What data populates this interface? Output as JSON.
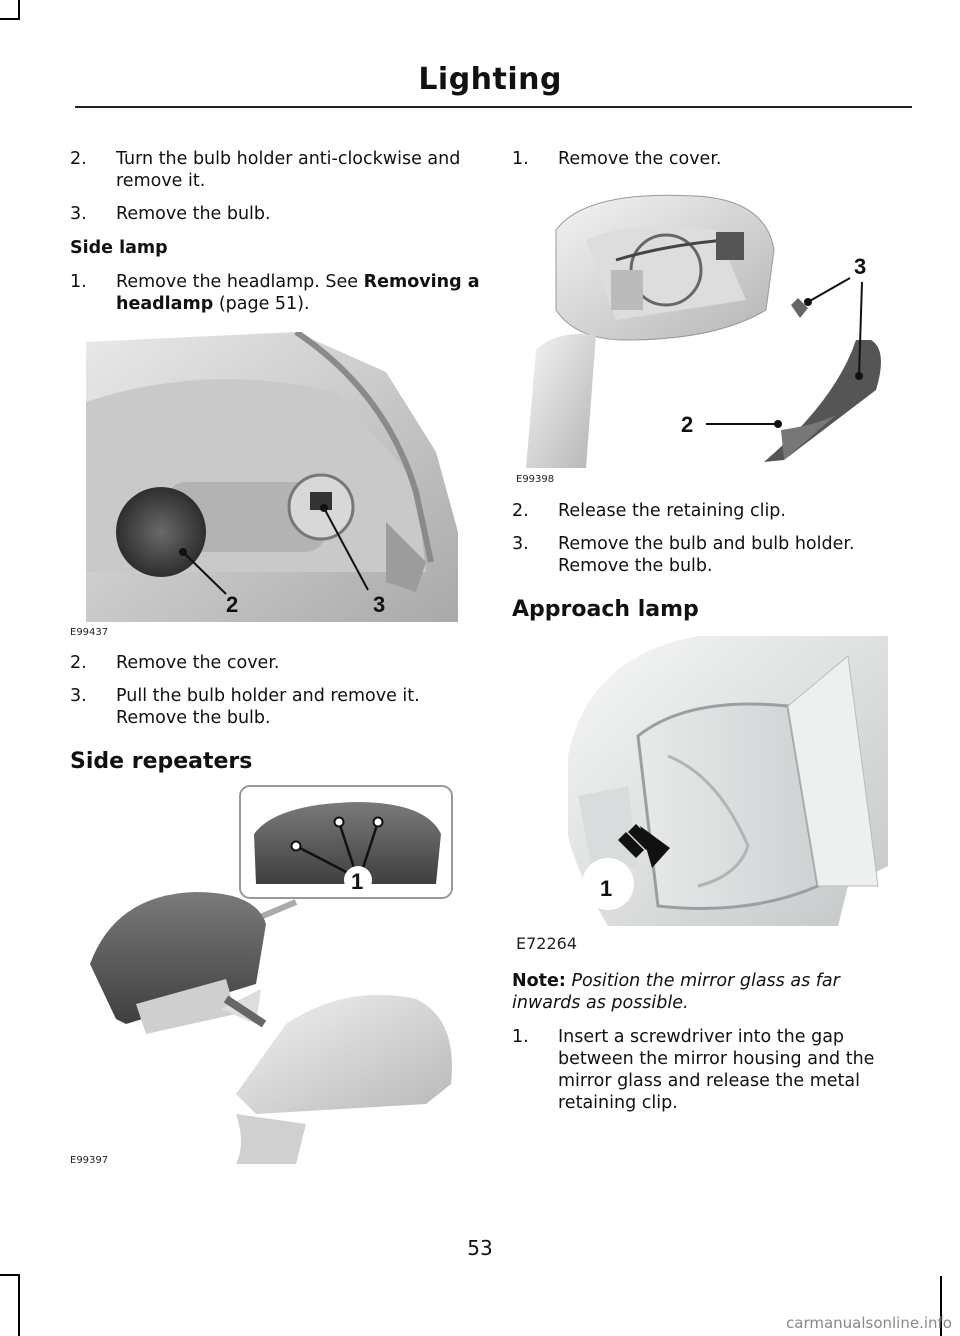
{
  "header": {
    "section_title": "Lighting"
  },
  "left_column": {
    "steps_top": [
      {
        "num": "2.",
        "text": "Turn the bulb holder anti-clockwise and remove it."
      },
      {
        "num": "3.",
        "text": "Remove the bulb."
      }
    ],
    "side_lamp": {
      "title": "Side lamp",
      "step1_num": "1.",
      "step1_text": "Remove the headlamp.  See",
      "step1_ref": "Removing a headlamp",
      "step1_page": "(page 51)."
    },
    "figure1": {
      "code": "E99437",
      "callouts": [
        "2",
        "3"
      ]
    },
    "steps_mid": [
      {
        "num": "2.",
        "text": "Remove the cover."
      },
      {
        "num": "3.",
        "text": "Pull the bulb holder and remove it. Remove the bulb."
      }
    ],
    "side_repeaters": {
      "title": "Side repeaters"
    },
    "figure2": {
      "code": "E99397",
      "callouts": [
        "1"
      ]
    }
  },
  "right_column": {
    "step_top": {
      "num": "1.",
      "text": "Remove the cover."
    },
    "figure3": {
      "code": "E99398",
      "callouts": [
        "3",
        "2"
      ]
    },
    "steps_mid": [
      {
        "num": "2.",
        "text": "Release the retaining clip."
      },
      {
        "num": "3.",
        "text": "Remove the bulb and bulb holder. Remove the bulb."
      }
    ],
    "approach_lamp": {
      "title": "Approach lamp"
    },
    "figure4": {
      "code": "E72264",
      "callouts": [
        "1"
      ]
    },
    "note": {
      "label": "Note:",
      "text": "Position the mirror glass as far inwards as possible."
    },
    "step_bottom": {
      "num": "1.",
      "text": "Insert a screwdriver into the gap between the mirror housing and the mirror glass and release the metal retaining clip."
    }
  },
  "footer": {
    "page_number": "53",
    "watermark": "carmanualsonline.info"
  }
}
